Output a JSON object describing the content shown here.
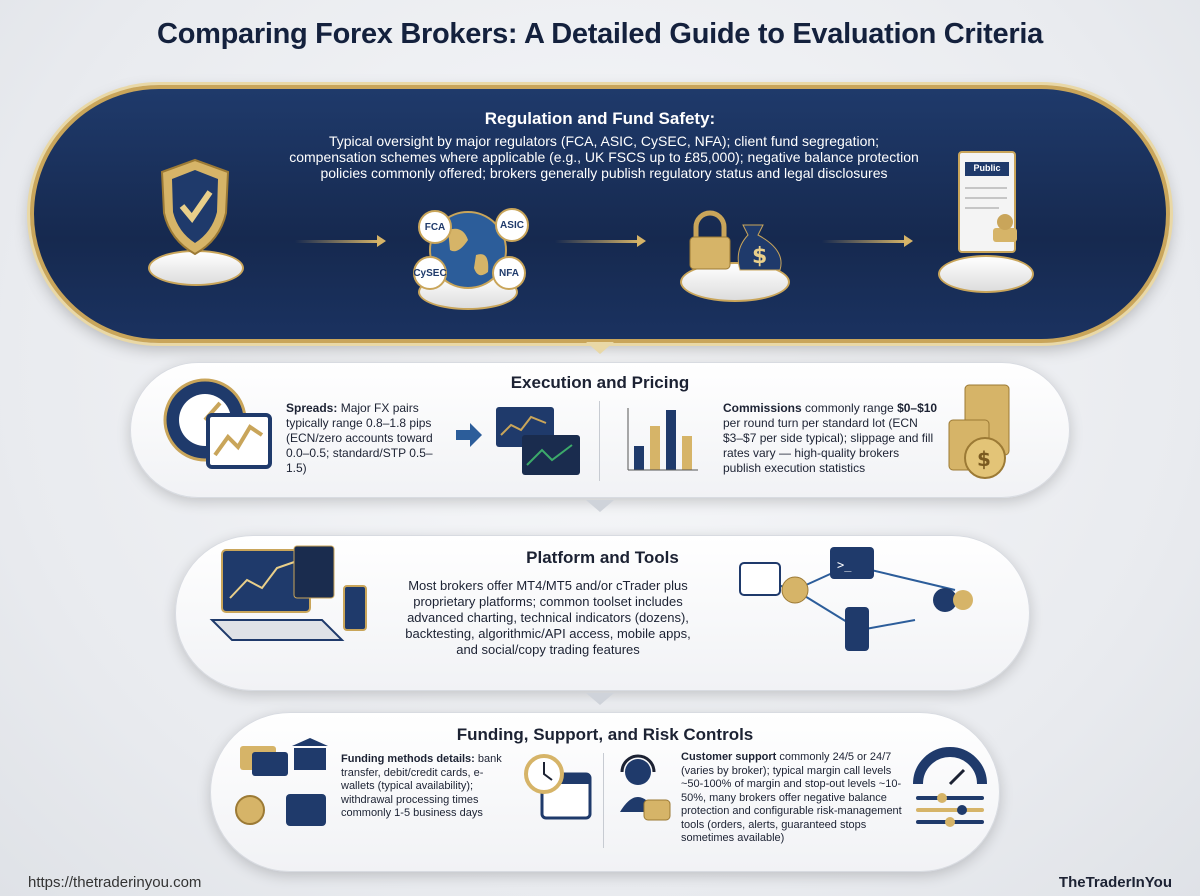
{
  "title": "Comparing Forex Brokers: A Detailed Guide to Evaluation Criteria",
  "colors": {
    "navy": "#1f3a6b",
    "gold": "#c9a55a",
    "background": "#eceef2"
  },
  "regulation": {
    "title": "Regulation and Fund Safety:",
    "text": "Typical oversight by major regulators (FCA, ASIC, CySEC, NFA); client fund segregation; compensation schemes where applicable (e.g., UK FSCS up to £85,000); negative balance protection policies commonly offered; brokers generally publish regulatory status and legal disclosures",
    "regulators": [
      "FCA",
      "ASIC",
      "CySEC",
      "NFA"
    ],
    "document_label": "Public",
    "icons": [
      "shield-check-icon",
      "globe-regulators-icon",
      "lock-moneybag-icon",
      "document-stamp-icon"
    ]
  },
  "execution": {
    "title": "Execution and Pricing",
    "spreads_label": "Spreads:",
    "spreads_text": " Major FX pairs typically range 0.8–1.8 pips (ECN/zero accounts toward 0.0–0.5; standard/STP 0.5–1.5)",
    "commissions_label": "Commissions",
    "commissions_text_1": " commonly range ",
    "commissions_range": "$0–$10",
    "commissions_text_2": " per round turn per standard lot (ECN $3–$7 per side typical); slippage and fill rates vary — high-quality brokers publish execution statistics"
  },
  "platform": {
    "title": "Platform and Tools",
    "text": "Most brokers offer MT4/MT5 and/or cTrader plus proprietary platforms; common toolset includes advanced charting, technical indicators (dozens), backtesting, algorithmic/API access, mobile apps, and social/copy trading features"
  },
  "funding": {
    "title": "Funding, Support, and Risk Controls",
    "funding_label": "Funding methods details:",
    "funding_text": " bank transfer, debit/credit cards, e-wallets (typical availability); withdrawal processing times commonly 1-5 business days",
    "support_label": "Customer support",
    "support_text": " commonly 24/5 or 24/7 (varies by broker); typical margin call levels ~50-100% of margin and stop-out levels ~10-50%, many brokers offer negative balance protection and configurable risk-management tools (orders, alerts, guaranteed stops sometimes available)"
  },
  "footer": {
    "url": "https://thetraderinyou.com",
    "brand": "TheTraderInYou"
  }
}
